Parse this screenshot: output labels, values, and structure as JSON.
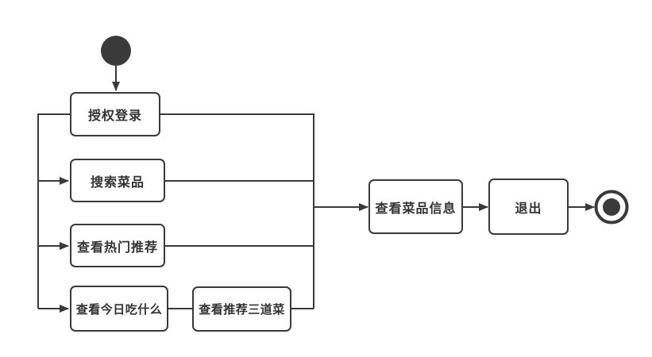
{
  "diagram": {
    "type": "uml-activity-diagram",
    "title": "",
    "colors": {
      "stroke": "#3a3a3a",
      "text": "#333333",
      "background": "#ffffff"
    },
    "nodes": {
      "start": {
        "kind": "initial-node"
      },
      "authorize_login": {
        "label": "授权登录"
      },
      "search_dishes": {
        "label": "搜索菜品"
      },
      "hot_recommendations": {
        "label": "查看热门推荐"
      },
      "today_what_to_eat": {
        "label": "查看今日吃什么"
      },
      "recommended_three_dishes": {
        "label": "查看推荐三道菜"
      },
      "view_dish_info": {
        "label": "查看菜品信息"
      },
      "exit": {
        "label": "退出"
      },
      "end": {
        "kind": "final-node"
      }
    }
  }
}
